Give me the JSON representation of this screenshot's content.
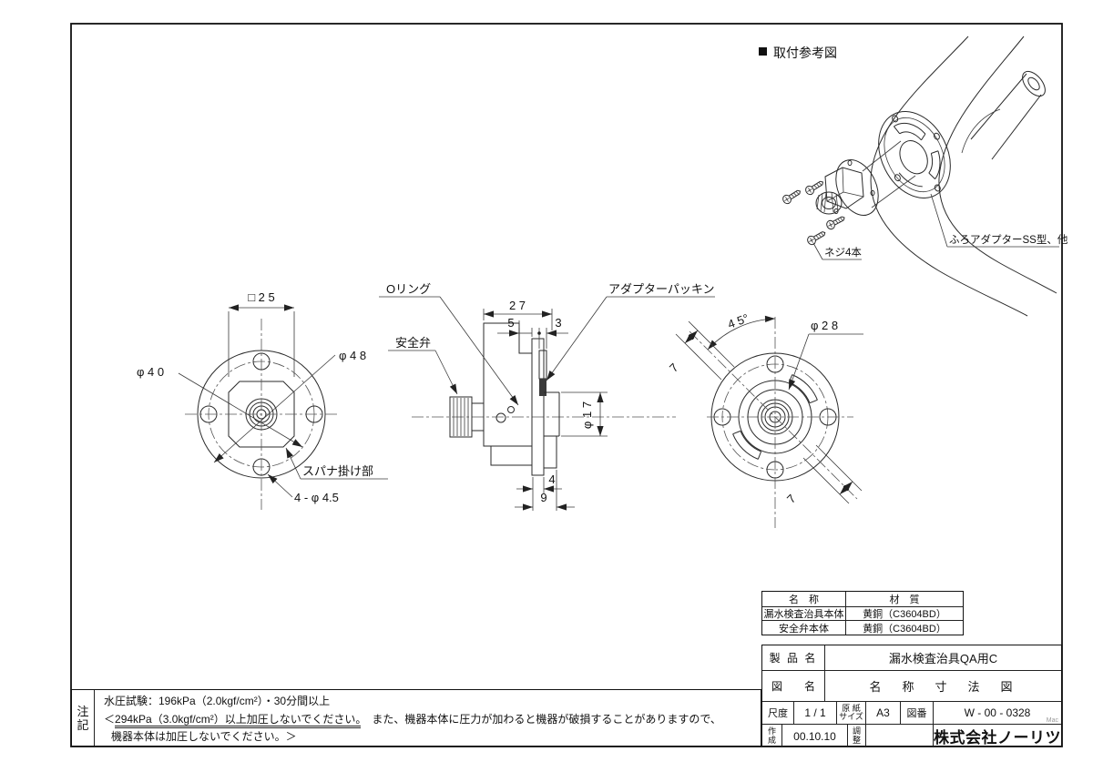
{
  "reference_view": {
    "title": "取付参考図",
    "screws_label": "ネジ4本",
    "adapter_label": "ふろアダプターSS型、他"
  },
  "front_view": {
    "dim_square": "□ 2 5",
    "dim_phi40": "φ 4 0",
    "dim_phi48": "φ 4 8",
    "spanner_label": "スパナ掛け部",
    "holes_label": "4 - φ 4.5"
  },
  "section_view": {
    "oring_label": "Oリング",
    "valve_label": "安全弁",
    "packing_label": "アダプターパッキン",
    "dim_27": "2 7",
    "dim_5": "5",
    "dim_3": "3",
    "dim_phi17": "φ 1 7",
    "dim_4": "4",
    "dim_9": "9"
  },
  "rear_view": {
    "dim_45": "4 5°",
    "dim_phi28": "φ 2 8",
    "dim_7_upper": "7",
    "dim_7_lower": "7"
  },
  "material_table": {
    "header_name": "名　称",
    "header_material": "材　質",
    "rows": [
      {
        "name": "漏水検査治具本体",
        "material": "黄銅（C3604BD）"
      },
      {
        "name": "安全弁本体",
        "material": "黄銅（C3604BD）"
      }
    ]
  },
  "title_block": {
    "product_label": "製 品 名",
    "product_name": "漏水検査治具QA用C",
    "drawing_label": "図　　名",
    "drawing_name": "名　称　寸　法　図",
    "scale_label": "尺度",
    "scale_value": "1 / 1",
    "paper_label_line1": "原 紙",
    "paper_label_line2": "サイズ",
    "paper_value": "A3",
    "number_label": "図番",
    "number_value": "W - 00 - 0328",
    "mac_note": "Mac",
    "created_label_line1": "作",
    "created_label_line2": "成",
    "created_value": "00.10.10",
    "adjust_label_line1": "調",
    "adjust_label_line2": "整",
    "adjust_value": "",
    "company": "株式会社ノーリツ"
  },
  "notes": {
    "label_line1": "注",
    "label_line2": "記",
    "line1": "水圧試験：196kPa（2.0kgf/cm²）・30分間以上",
    "line2_prefix": "＜",
    "line2_underlined": "294kPa（3.0kgf/cm²）以上加圧しないでください。",
    "line2_rest": "　また、機器本体に圧力が加わると機器が破損することがありますので、",
    "line3": "機器本体は加圧しないでください。＞"
  }
}
